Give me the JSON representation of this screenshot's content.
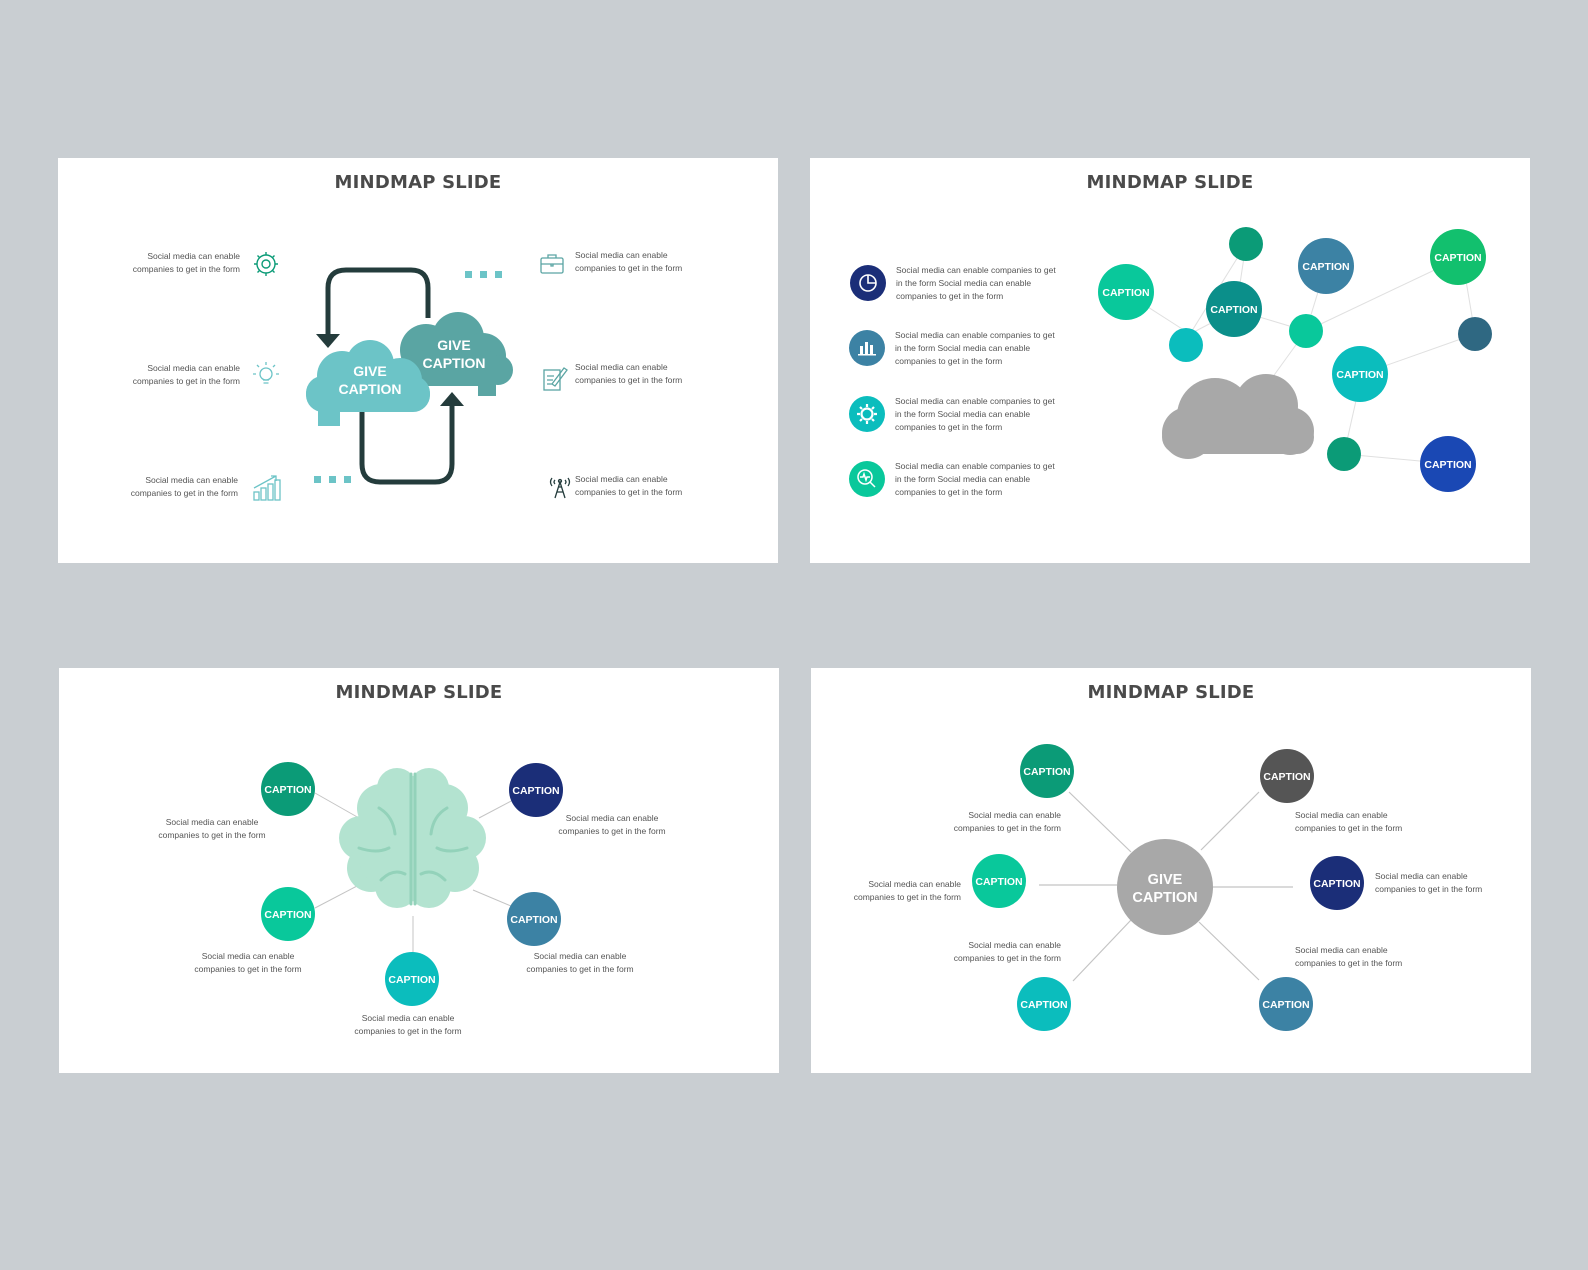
{
  "colors": {
    "background": "#c9ced2",
    "slide": "#ffffff",
    "title": "#4a4a4a",
    "text": "#555555",
    "line": "#c4c4c4",
    "teal_light": "#6cc4c7",
    "teal_dark": "#5aa5a3",
    "arrow": "#243c3c",
    "grey_cloud": "#a8a8a8",
    "navy": "#1b2e78",
    "steel": "#3c82a4",
    "green": "#0b9b77",
    "mint": "#09c89b",
    "aqua": "#0bbdbd",
    "dark_grey": "#555555"
  },
  "slides": [
    {
      "title": "MINDMAP SLIDE",
      "cloud_front": [
        "GIVE",
        "CAPTION"
      ],
      "cloud_back": [
        "GIVE",
        "CAPTION"
      ],
      "items": [
        {
          "text": "Social media can enable companies to get in the form",
          "icon": "gear-icon"
        },
        {
          "text": "Social media can enable companies to get in the form",
          "icon": "lightbulb-icon"
        },
        {
          "text": "Social media can enable companies to get in the form",
          "icon": "bar-chart-icon"
        },
        {
          "text": "Social media can enable companies to get in the form",
          "icon": "briefcase-icon"
        },
        {
          "text": "Social media can enable companies to get in the form",
          "icon": "pen-paper-icon"
        },
        {
          "text": "Social media can enable companies to get in the form",
          "icon": "antenna-tower-icon"
        }
      ]
    },
    {
      "title": "MINDMAP SLIDE",
      "items": [
        {
          "text": "Social media can enable companies to get in the form Social media can enable companies to get in the form",
          "icon": "pie-chart-icon"
        },
        {
          "text": "Social media can enable companies to get in the form Social media can enable companies to get in the form",
          "icon": "bar-chart-icon"
        },
        {
          "text": "Social media can enable companies to get in the form Social media can enable companies to get in the form",
          "icon": "gear-icon"
        },
        {
          "text": "Social media can enable companies to get in the form Social media can enable companies to get in the form",
          "icon": "magnifier-pulse-icon"
        }
      ],
      "nodes": [
        "CAPTION",
        "CAPTION",
        "CAPTION",
        "CAPTION",
        "CAPTION"
      ]
    },
    {
      "title": "MINDMAP SLIDE",
      "nodes": [
        {
          "caption": "CAPTION",
          "text": "Social media can enable companies to get in the form"
        },
        {
          "caption": "CAPTION",
          "text": "Social media can enable companies to get in the form"
        },
        {
          "caption": "CAPTION",
          "text": "Social media can enable companies to get in the form"
        },
        {
          "caption": "CAPTION",
          "text": "Social media can enable companies to get in the form"
        },
        {
          "caption": "CAPTION",
          "text": "Social media can enable companies to get in the form"
        }
      ]
    },
    {
      "title": "MINDMAP SLIDE",
      "center": [
        "GIVE",
        "CAPTION"
      ],
      "nodes": [
        {
          "caption": "CAPTION",
          "text": "Social media can enable companies to get in the form"
        },
        {
          "caption": "CAPTION",
          "text": "Social media can enable companies to get in the form"
        },
        {
          "caption": "CAPTION",
          "text": "Social media can enable companies to get in the form"
        },
        {
          "caption": "CAPTION",
          "text": "Social media can enable companies to get in the form"
        },
        {
          "caption": "CAPTION",
          "text": "Social media can enable companies to get in the form"
        },
        {
          "caption": "CAPTION",
          "text": "Social media can enable companies to get in the form"
        }
      ]
    }
  ]
}
